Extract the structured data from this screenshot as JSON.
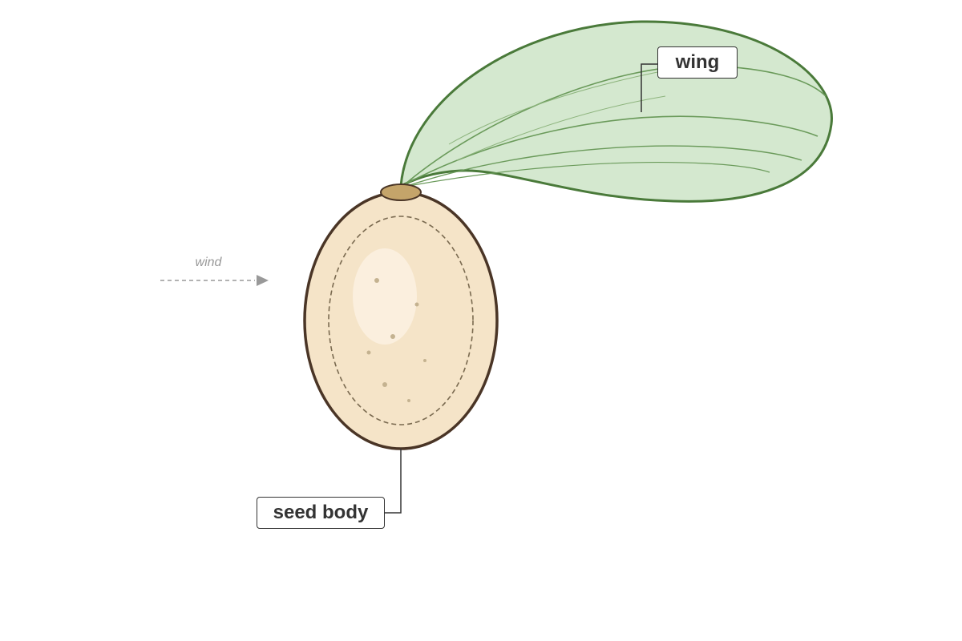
{
  "diagram": {
    "labels": {
      "wing": "wing",
      "seed_body": "seed body",
      "wind": "wind"
    },
    "colors": {
      "wing_fill": "#d4e8cf",
      "wing_stroke": "#4a7a3a",
      "wing_vein": "#6a9a5a",
      "seed_fill": "#f5e4c8",
      "seed_stroke": "#4a3526",
      "seed_cap": "#c4a46a",
      "wind_arrow": "#999999",
      "leader_line": "#333333"
    }
  }
}
